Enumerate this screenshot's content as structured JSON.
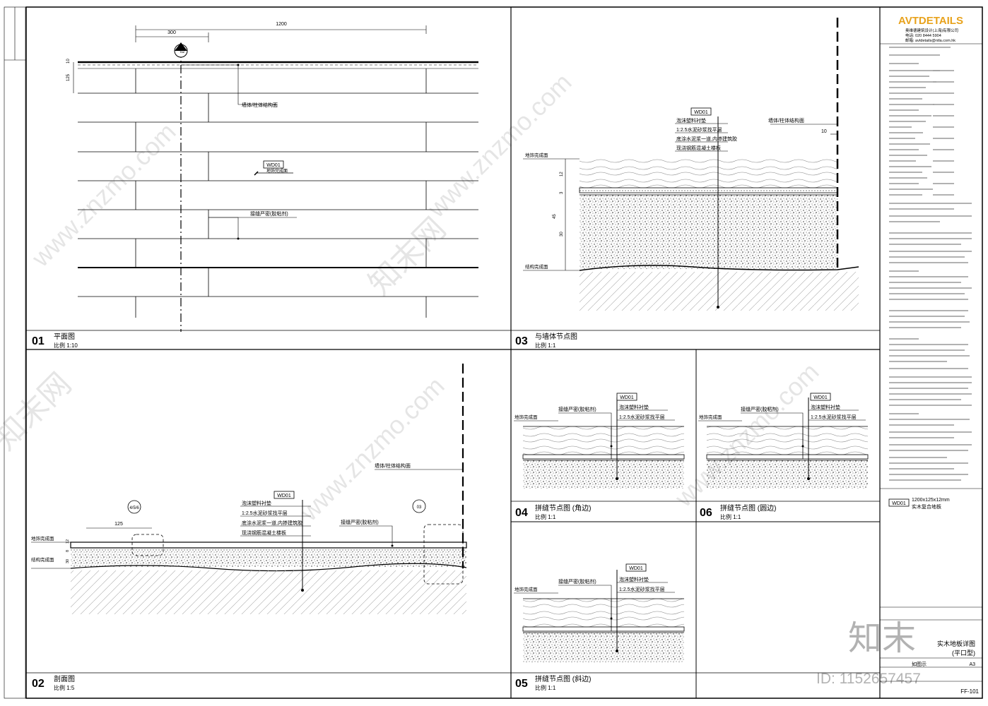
{
  "titleblock": {
    "brand": "AVTDETAILS",
    "company": "奥维德建筑设计(上海)有限公司",
    "phone": "电话: 020 8444 5904",
    "email": "邮箱: avtdetails@ntla.com.hk",
    "material_code": "WD01",
    "material_size": "1200x125x12mm",
    "material_name": "实木复合地板",
    "drawing_title": "实木地板详图",
    "drawing_subtitle": "(平口型)",
    "scale_label": "如图示",
    "paper_label": "A3",
    "drawing_no": "FF-101"
  },
  "views": {
    "v01": {
      "num": "01",
      "title": "平面图",
      "scale": "比例 1:10",
      "dim_total": "1200",
      "dim_part": "300",
      "dim_plank": "125",
      "dim_gap": "10",
      "callout": "02",
      "tag": "WD01",
      "tag_note": "地饰完成面",
      "note_wall": "墙体/柱体结构面",
      "note_joint": "接缝严密(胶粘剂)"
    },
    "v02": {
      "num": "02",
      "title": "剖面图",
      "scale": "比例 1:5",
      "dim": "125",
      "callout_a": "4/5/6",
      "callout_b": "03",
      "tag": "WD01",
      "lbl1": "泡沫塑料衬垫",
      "lbl2": "1:2.5水泥砂浆找平层",
      "lbl3": "底涂水泥浆一道,内掺建筑胶",
      "lbl4": "现浇钢筋混凝土楼板",
      "note_wall": "墙体/柱体结构面",
      "note_joint": "接缝严密(胶粘剂)",
      "lvl_top": "地饰完成面",
      "lvl_bot": "结构完成面",
      "d1": "12",
      "d2": "8",
      "d3": "30"
    },
    "v03": {
      "num": "03",
      "title": "与墙体节点图",
      "scale": "比例 1:1",
      "tag": "WD01",
      "lbl1": "泡沫塑料衬垫",
      "lbl2": "1:2.5水泥砂浆找平层",
      "lbl3": "底涂水泥浆一道,内掺建筑胶",
      "lbl4": "现浇钢筋混凝土楼板",
      "note_wall": "墙体/柱体结构面",
      "dim_gap": "10",
      "lvl_top": "地饰完成面",
      "lvl_bot": "结构完成面",
      "d1": "12",
      "d2": "3",
      "d3": "30",
      "d4": "45"
    },
    "v04": {
      "num": "04",
      "title": "拼缝节点图 (角边)",
      "scale": "比例 1:1",
      "tag": "WD01",
      "lbl_joint": "接缝严密(胶粘剂)",
      "lbl1": "泡沫塑料衬垫",
      "lbl2": "1:2.5水泥砂浆找平层",
      "lvl": "地饰完成面"
    },
    "v05": {
      "num": "05",
      "title": "拼缝节点图 (斜边)",
      "scale": "比例 1:1",
      "tag": "WD01",
      "lbl_joint": "接缝严密(胶粘剂)",
      "lbl1": "泡沫塑料衬垫",
      "lbl2": "1:2.5水泥砂浆找平层",
      "lvl": "地饰完成面"
    },
    "v06": {
      "num": "06",
      "title": "拼缝节点图 (圆边)",
      "scale": "比例 1:1",
      "tag": "WD01",
      "lbl_joint": "接缝严密(胶粘剂)",
      "lbl1": "泡沫塑料衬垫",
      "lbl2": "1:2.5水泥砂浆找平层",
      "lvl": "地饰完成面"
    }
  },
  "watermarks": {
    "site": "www.znzmo.com",
    "brand": "知末网",
    "logo": "知末",
    "id": "ID: 1152657457"
  }
}
